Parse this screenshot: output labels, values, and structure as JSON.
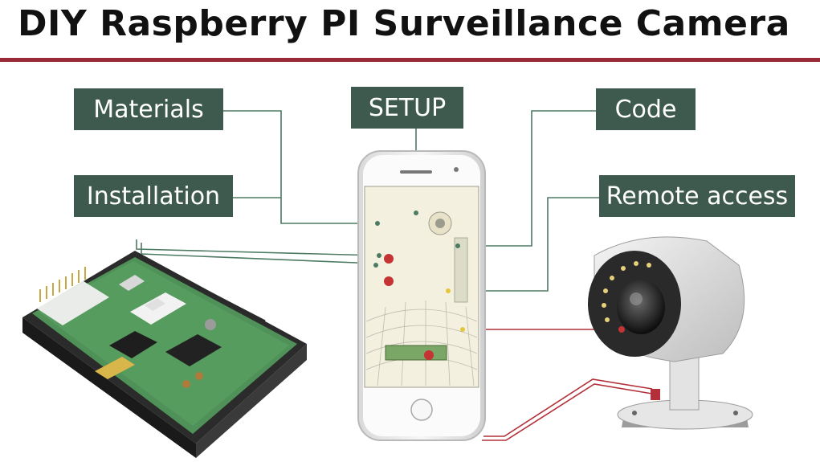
{
  "title": "DIY Raspberry PI Surveillance Camera",
  "labels": {
    "materials": "Materials",
    "setup": "SETUP",
    "code": "Code",
    "installation": "Installation",
    "remote_access": "Remote access"
  },
  "colors": {
    "accent_rule": "#9a2b36",
    "label_bg": "#3e5a4e",
    "connector_green": "#4d7a62",
    "connector_red": "#b3303a",
    "connector_yellow": "#e5c53a"
  }
}
